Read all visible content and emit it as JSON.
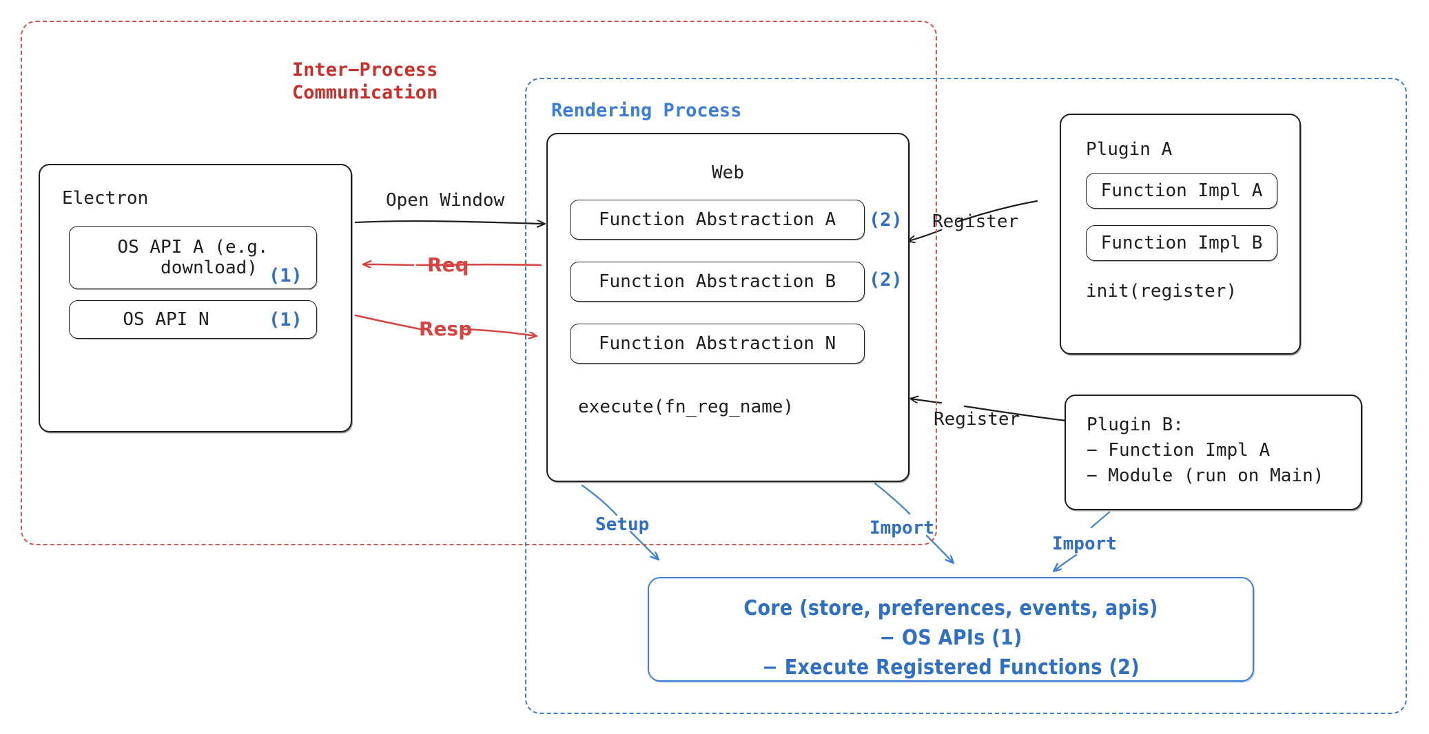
{
  "diagram": {
    "title": "Electron plugin architecture",
    "colors": {
      "ipc_red": "#c9302c",
      "process_blue": "#3b7dd8",
      "marker_blue": "#2f6fc4",
      "arrow_red": "#d64541",
      "stroke_black": "#1e1e1e"
    }
  },
  "groups": {
    "ipc": {
      "label": "Inter−Process\nCommunication"
    },
    "rendering": {
      "label": "Rendering Process"
    }
  },
  "electron": {
    "title": "Electron",
    "apis": [
      {
        "label": "OS API A (e.g.\n   download)",
        "marker": "(1)"
      },
      {
        "label": "OS API N",
        "marker": "(1)"
      }
    ]
  },
  "web": {
    "title": "Web",
    "abstractions": [
      {
        "label": "Function Abstraction A",
        "marker": "(2)"
      },
      {
        "label": "Function Abstraction B",
        "marker": "(2)"
      },
      {
        "label": "Function Abstraction N",
        "marker": ""
      }
    ],
    "footer": "execute(fn_reg_name)"
  },
  "plugin_a": {
    "title": "Plugin A",
    "impls": [
      "Function Impl A",
      "Function Impl B"
    ],
    "footer": "init(register)"
  },
  "plugin_b": {
    "lines": "Plugin B:\n− Function Impl A\n− Module (run on Main)"
  },
  "core": {
    "lines": [
      "Core (store, preferences, events, apis)",
      "− OS APIs (1)",
      "− Execute Registered Functions (2)"
    ]
  },
  "connectors": {
    "open_window": "Open Window",
    "req": "Req",
    "resp": "Resp",
    "register_a": "Register",
    "register_b": "Register",
    "setup": "Setup",
    "import_web": "Import",
    "import_plugin": "Import"
  }
}
